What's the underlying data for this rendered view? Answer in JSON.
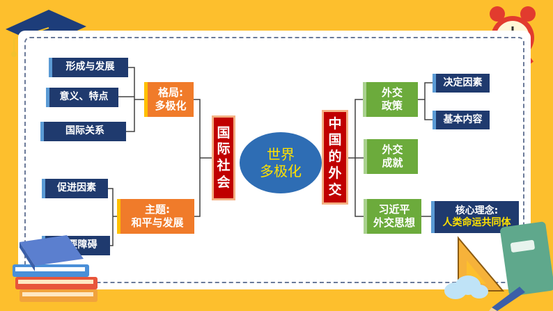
{
  "center": {
    "line1": "世界",
    "line2": "多极化"
  },
  "left_column": {
    "title_chars": [
      "国",
      "际",
      "社",
      "会"
    ],
    "branches": [
      {
        "label_line1": "格局:",
        "label_line2": "多极化",
        "items": [
          "形成与发展",
          "意义、特点",
          "国际关系"
        ]
      },
      {
        "label_line1": "主题:",
        "label_line2": "和平与发展",
        "items": [
          "促进因素",
          "主要障碍"
        ]
      }
    ]
  },
  "right_column": {
    "title_chars": [
      "中",
      "国",
      "的",
      "外",
      "交"
    ],
    "branches": [
      {
        "label_line1": "外交",
        "label_line2": "政策",
        "items": [
          "决定因素",
          "基本内容"
        ]
      },
      {
        "label_line1": "外交",
        "label_line2": "成就",
        "items": []
      },
      {
        "label_line1": "习近平",
        "label_line2": "外交思想",
        "items": []
      }
    ],
    "core_concept": {
      "title": "核心理念:",
      "value": "人类命运共同体"
    }
  },
  "colors": {
    "frame": "#fdbf2d",
    "navy": "#1f3a6e",
    "orange": "#f07b2a",
    "green": "#6cab3c",
    "red": "#c00000",
    "ellipse": "#2e6db4",
    "ellipse_text": "#ffe100",
    "connector": "#404040",
    "core_value": "#ffe100"
  },
  "decorations": [
    "graduation-cap-icon",
    "alarm-clock-icon",
    "books-icon",
    "ruler-triangle-icon",
    "notebook-icon",
    "cloud-icon",
    "pencil-icon"
  ]
}
